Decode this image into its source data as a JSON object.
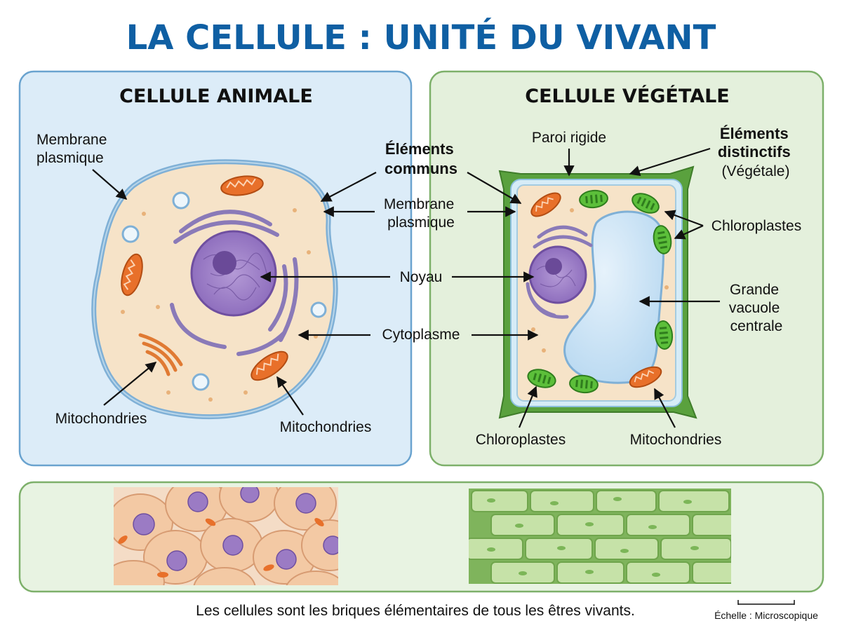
{
  "title": "LA CELLULE : UNITÉ DU VIVANT",
  "animal": {
    "title": "CELLULE ANIMALE",
    "labels": {
      "membrane_line1": "Membrane",
      "membrane_line2": "plasmique",
      "mito_left": "Mitochondries",
      "mito_right": "Mitochondries"
    }
  },
  "plant": {
    "title": "CELLULE VÉGÉTALE",
    "labels": {
      "paroi": "Paroi rigide",
      "distinct_line1": "Éléments",
      "distinct_line2": "distinctifs",
      "distinct_line3": "(Végétale)",
      "chloro_right": "Chloroplastes",
      "vacuole_line1": "Grande",
      "vacuole_line2": "vacuole",
      "vacuole_line3": "centrale",
      "chloro_bottom": "Chloroplastes",
      "mito_bottom": "Mitochondries"
    }
  },
  "common": {
    "header_line1": "Éléments",
    "header_line2": "communs",
    "membrane_line1": "Membrane",
    "membrane_line2": "plasmique",
    "noyau": "Noyau",
    "cytoplasme": "Cytoplasme"
  },
  "caption": "Les cellules sont les briques élémentaires de tous les êtres vivants.",
  "scale_label": "Échelle : Microscopique",
  "colors": {
    "title": "#0f5fa3",
    "animal_panel": "#dcecf8",
    "plant_panel": "#e4f0dc",
    "cytoplasm": "#f6e3c8",
    "nucleus": "#9b7bc4",
    "mitochondria": "#e8702a",
    "chloroplast": "#5cbf3a",
    "cell_wall": "#5aa13e",
    "vacuole": "#c9e2f4"
  }
}
